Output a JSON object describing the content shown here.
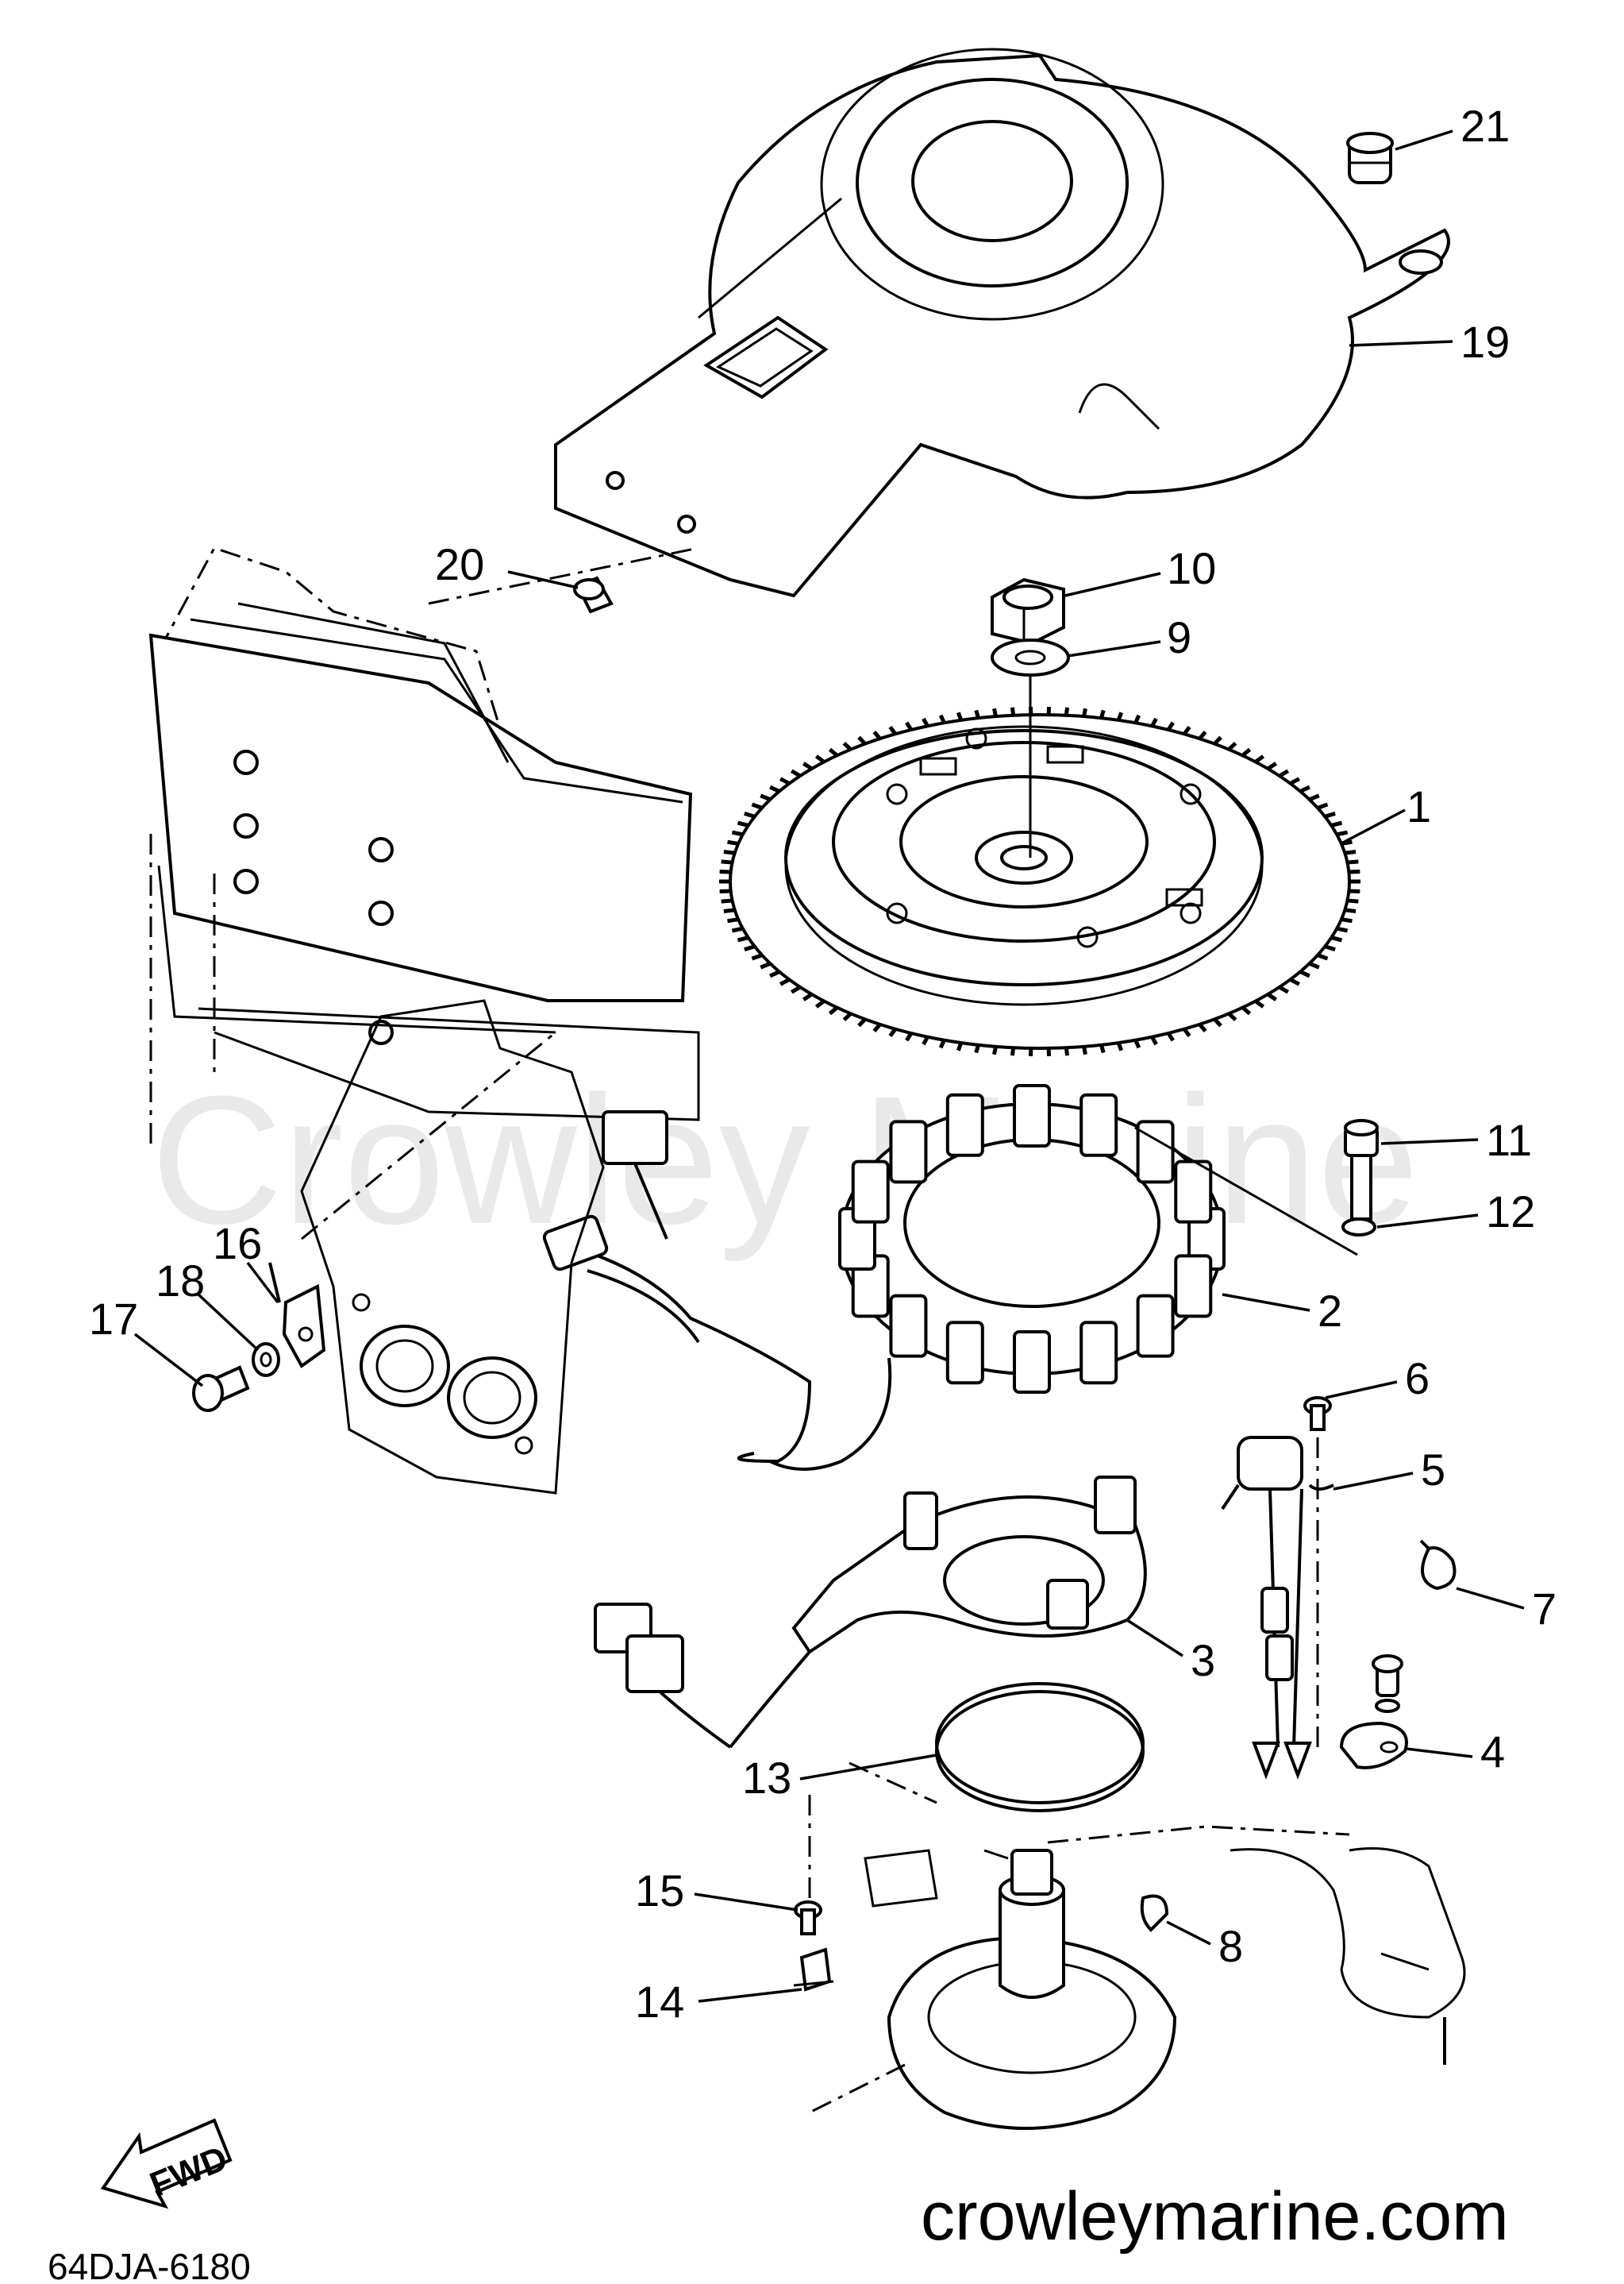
{
  "watermark": "Crowley Marine",
  "footer": {
    "website": "crowleymarine.com",
    "diagram_code": "64DJA-6180",
    "direction_label": "FWD"
  },
  "callouts": [
    {
      "id": "1",
      "text": "1"
    },
    {
      "id": "2",
      "text": "2"
    },
    {
      "id": "3",
      "text": "3"
    },
    {
      "id": "4",
      "text": "4"
    },
    {
      "id": "5",
      "text": "5"
    },
    {
      "id": "6",
      "text": "6"
    },
    {
      "id": "7",
      "text": "7"
    },
    {
      "id": "8",
      "text": "8"
    },
    {
      "id": "9",
      "text": "9"
    },
    {
      "id": "10",
      "text": "10"
    },
    {
      "id": "11",
      "text": "11"
    },
    {
      "id": "12",
      "text": "12"
    },
    {
      "id": "13",
      "text": "13"
    },
    {
      "id": "14",
      "text": "14"
    },
    {
      "id": "15",
      "text": "15"
    },
    {
      "id": "16",
      "text": "16"
    },
    {
      "id": "17",
      "text": "17"
    },
    {
      "id": "18",
      "text": "18"
    },
    {
      "id": "19",
      "text": "19"
    },
    {
      "id": "20",
      "text": "20"
    },
    {
      "id": "21",
      "text": "21"
    }
  ]
}
